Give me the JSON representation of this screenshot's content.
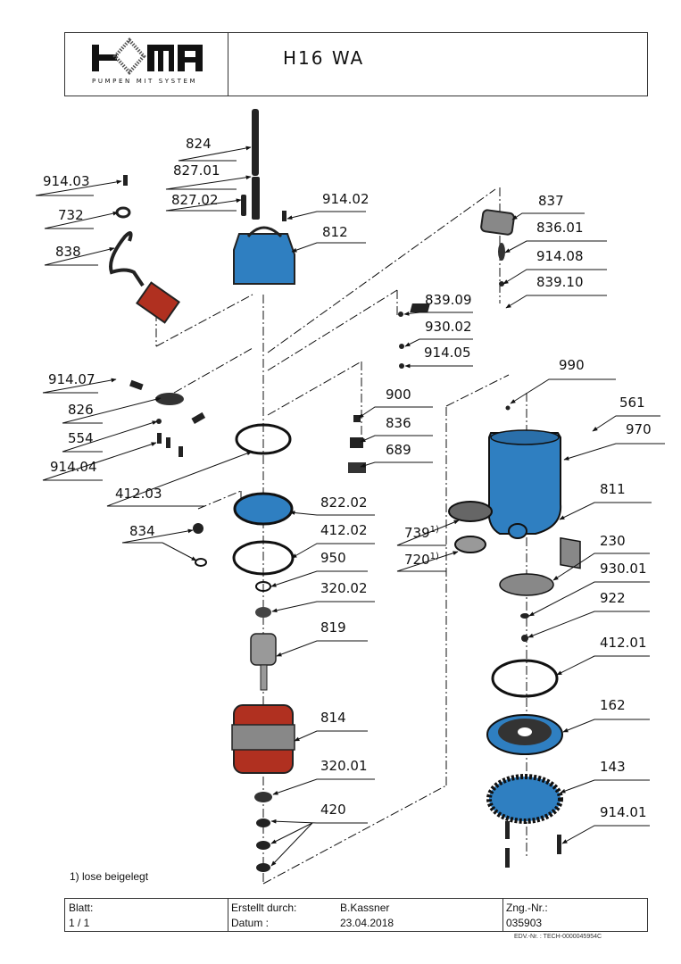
{
  "header": {
    "logo_text": "HOMA",
    "logo_subtitle": "PUMPEN MIT SYSTEM",
    "title": "H16 WA"
  },
  "colors": {
    "part_blue": "#2f7fc1",
    "part_red": "#b03020",
    "part_gray": "#8a8a8a",
    "line": "#111111"
  },
  "parts": {
    "l824": "824",
    "l827_01": "827.01",
    "l827_02": "827.02",
    "l914_03": "914.03",
    "l732": "732",
    "l838": "838",
    "l914_02": "914.02",
    "l812": "812",
    "l837": "837",
    "l836_01": "836.01",
    "l914_08": "914.08",
    "l839_10": "839.10",
    "l839_09": "839.09",
    "l930_02": "930.02",
    "l914_05": "914.05",
    "l990": "990",
    "l914_07": "914.07",
    "l826": "826",
    "l554": "554",
    "l914_04": "914.04",
    "l900": "900",
    "l836": "836",
    "l689": "689",
    "l561": "561",
    "l970": "970",
    "l412_03": "412.03",
    "l822_02": "822.02",
    "l811": "811",
    "l834": "834",
    "l412_02": "412.02",
    "l739": "739",
    "l720": "720",
    "l950": "950",
    "l230": "230",
    "l320_02": "320.02",
    "l930_01": "930.01",
    "l922": "922",
    "l819": "819",
    "l412_01": "412.01",
    "l814": "814",
    "l162": "162",
    "l320_01": "320.01",
    "l143": "143",
    "l420": "420",
    "l914_01": "914.01",
    "footnote_mark": "1)"
  },
  "note": "1) lose beigelegt",
  "footer": {
    "blatt_label": "Blatt:",
    "blatt_value": "1 / 1",
    "created_label": "Erstellt durch:",
    "created_value": "B.Kassner",
    "date_label": "Datum :",
    "date_value": "23.04.2018",
    "drawing_no_label": "Zng.-Nr.:",
    "drawing_no_value": "035903",
    "edv": "EDV.-Nr. :   TECH-0000045954C"
  }
}
